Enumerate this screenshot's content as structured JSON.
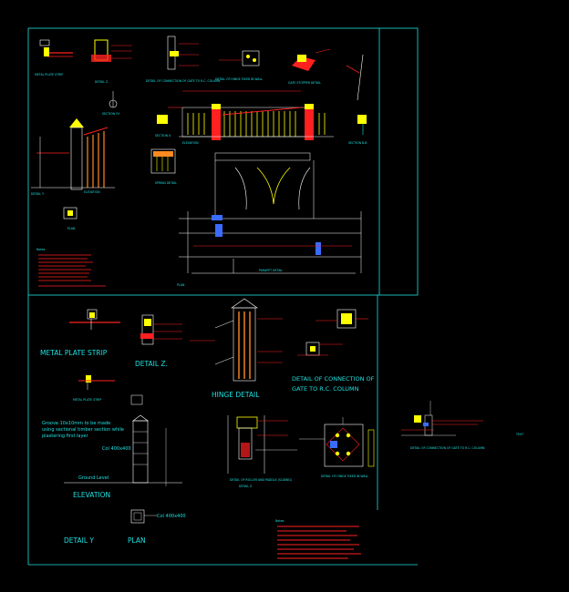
{
  "drawing": {
    "top_panel": {
      "labels": {
        "metal_plate_strip": "METAL PLATE STRIP",
        "detail_z": "DETAIL Z",
        "detail_connection": "DETAIL OF CONNECTION OF GATE TO R.C. COLUMN",
        "detail_hinge_wall": "DETAIL OF HINGE FIXED IN WALL",
        "gate_stopper": "GATE STOPPER DETAIL",
        "section_yy": "SECTION Y-Y",
        "section_x": "SECTION X",
        "elevation": "ELEVATION",
        "section_bb": "SECTION B-B",
        "detail_y": "DETAIL Y",
        "plan": "PLAN",
        "spring_detail": "SPRING DETAIL",
        "plan2": "PLAN",
        "parapet_detail": "PARAPET DETAIL",
        "notes": "Notes:"
      }
    },
    "bottom_panel": {
      "metal_plate_strip": "METAL PLATE STRIP",
      "detail_z": "DETAIL Z.",
      "hinge_detail": "HINGE DETAIL",
      "connection_title_1": "DETAIL OF CONNECTION OF",
      "connection_title_2": "GATE TO R.C. COLUMN",
      "elevation": "ELEVATION",
      "detail_y": "DETAIL Y",
      "plan": "PLAN",
      "note_line_1": "Groove 10x10mm to be made",
      "note_line_2": "using sectional timber section while",
      "note_line_3": "plastering first layer",
      "col_label_1": "Col 400x400",
      "col_label_2": "Col 400x400",
      "ground_level": "Ground Level",
      "plate_strip_small": "METAL PLATE STRIP",
      "hinge_fixed": "DETAIL OF HINGE FIXED IN WALL",
      "detail_roller": "DETAIL OF ROLLER AND PADDLE (SLIDING)",
      "detail_z_small": "DETAIL Z",
      "notes": "Notes:"
    },
    "side": {
      "connection_small": "DETAIL OF CONNECTION OF GATE TO R.C. COLUMN",
      "tag": "TEXT"
    }
  }
}
